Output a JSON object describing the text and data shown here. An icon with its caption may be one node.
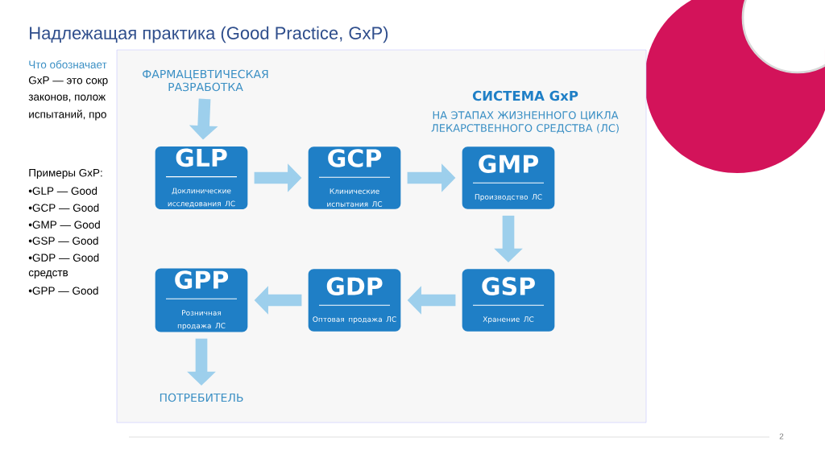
{
  "diagram": {
    "title": "Надлежащая практика (Good Practice, GxP)",
    "nodes": [
      {
        "text": [
          "ФАРМАЦЕВТИЧЕСКАЯ РАЗРАБОТКА"
        ]
      },
      {
        "text": [
          "GLP",
          "Доклинические исследования ЛС"
        ]
      },
      {
        "text": [
          "GCP",
          "Клинические испытания ЛС"
        ]
      },
      {
        "text": [
          "GMP",
          "Производство ЛС"
        ]
      },
      {
        "text": [
          "GSP",
          "Хранение ЛС"
        ]
      },
      {
        "text": [
          "GDP",
          "Оптовая продажа ЛС"
        ]
      },
      {
        "text": [
          "GPP",
          "Розничная продажа ЛС"
        ]
      },
      {
        "text": [
          "ПОТРЕБИТЕЛЬ"
        ]
      }
    ],
    "edges": [
      {
        "from": 0,
        "to": 1,
        "arrow": "to"
      },
      {
        "from": 1,
        "to": 2,
        "arrow": "to"
      },
      {
        "from": 2,
        "to": 3,
        "arrow": "to"
      },
      {
        "from": 3,
        "to": 4,
        "arrow": "to"
      },
      {
        "from": 4,
        "to": 5,
        "arrow": "to"
      },
      {
        "from": 5,
        "to": 6,
        "arrow": "to"
      },
      {
        "from": 6,
        "to": 7,
        "arrow": "to"
      }
    ],
    "labels": [
      "Что обозначает",
      "GxP — это сокр",
      "законов, полож",
      "испытаний, про",
      "Примеры GxP:",
      "•GLP — Good",
      "•GCP — Good",
      "•GMP — Good",
      "•GSP —  Good",
      "•GDP — Good",
      "средств",
      "•GPP —  Good",
      "СИСТЕМА GxP",
      "НА ЭТАПАХ ЖИЗНЕННОГО ЦИКЛА ЛЕКАРСТВЕННОГО СРЕДСТВА (ЛС)",
      "2"
    ]
  }
}
